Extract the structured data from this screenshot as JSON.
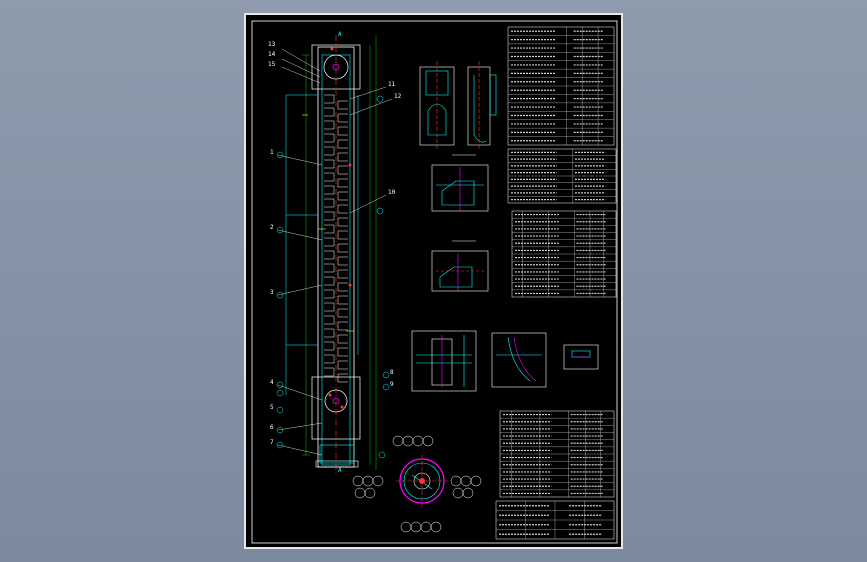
{
  "drawing": {
    "callouts": {
      "top_left": [
        "13",
        "14",
        "15"
      ],
      "top_right": [
        "11",
        "12",
        "10"
      ],
      "middle": [
        "1",
        "2",
        "3",
        "4",
        "5",
        "6"
      ],
      "lower": [
        "7",
        "8",
        "9"
      ]
    },
    "section_markers": [
      "A",
      "A"
    ],
    "colors": {
      "background": "#000000",
      "frame": "#e8e8e8",
      "outline": "#ffffff",
      "structure": "#00ffff",
      "centerline": "#ff3030",
      "accent": "#ff00ff",
      "dimension": "#00ff00",
      "annotation": "#ffff00"
    }
  }
}
